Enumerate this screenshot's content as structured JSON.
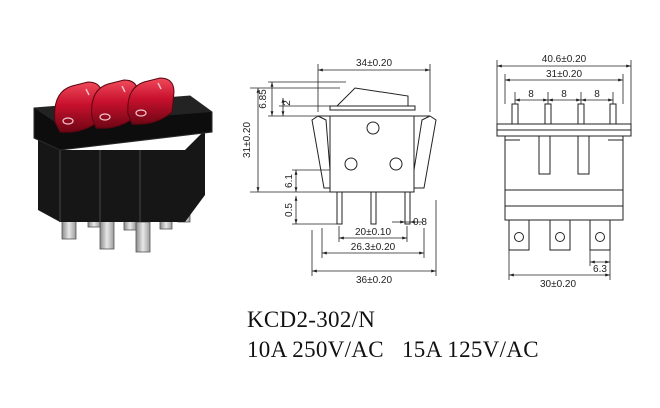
{
  "product": {
    "model": "KCD2-302/N",
    "rating": "10A 250V/AC   15A 125V/AC"
  },
  "side_view_dimensions": {
    "overall_width_top": "34±0.20",
    "overall_height": "31±0.20",
    "rocker_height": "6.85",
    "rocker_step": "2",
    "terminal_length": "6.1",
    "terminal_offset": "0.5",
    "terminal_thickness": "0.8",
    "pitch_inner": "20±0.10",
    "pitch_outer": "26.3±0.20",
    "base_width": "36±0.20"
  },
  "front_view_dimensions": {
    "bezel_width": "40.6±0.20",
    "body_width": "31±0.20",
    "rocker_pitch_1": "8",
    "rocker_pitch_2": "8",
    "rocker_pitch_3": "8",
    "terminal_span": "30±0.20",
    "terminal_width": "6.3"
  },
  "colors": {
    "rocker_red": "#c8102e",
    "housing_black": "#141414",
    "terminal_silver": "#c9c9c9",
    "line": "#222222"
  }
}
